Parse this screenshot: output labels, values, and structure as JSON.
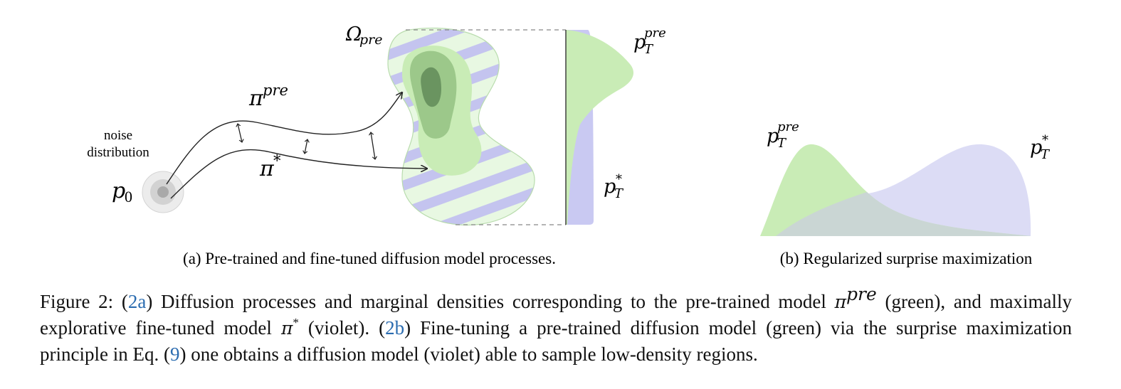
{
  "panel_a": {
    "noise_label_line1": "noise",
    "noise_label_line2": "distribution",
    "p0_base": "p",
    "p0_sub": "0",
    "omega_base": "Ω",
    "omega_sub": "pre",
    "pi_pre_base": "π",
    "pi_pre_sup": "pre",
    "pi_star_base": "π",
    "pi_star_sup": "*",
    "pT_pre_base": "p",
    "pT_pre_sub": "T",
    "pT_pre_sup": "pre",
    "pT_star_base": "p",
    "pT_star_sub": "T",
    "pT_star_sup": "*",
    "subcaption": "(a) Pre-trained and fine-tuned diffusion model processes."
  },
  "panel_b": {
    "pT_pre_base": "p",
    "pT_pre_sub": "T",
    "pT_pre_sup": "pre",
    "pT_star_base": "p",
    "pT_star_sub": "T",
    "pT_star_sup": "*",
    "subcaption": "(b) Regularized surprise maximization"
  },
  "caption": {
    "t1": "Figure 2: (",
    "ref1": "2a",
    "t2": ") Diffusion processes and marginal densities corresponding to the pre-trained model ",
    "pi": "π",
    "pre": "pre",
    "t3": " (green), and maximally explorative fine-tuned model ",
    "pi2": "π",
    "star": "*",
    "t4": " (violet). (",
    "ref2": "2b",
    "t5": ") Fine-tuning a pre-trained diffusion model (green) via the surprise maximization principle in Eq. (",
    "ref3": "9",
    "t6": ") one obtains a diffusion model (violet) able to sample low-density regions."
  },
  "colors": {
    "green_light": "#e8f8e2",
    "green": "#c9ecb6",
    "green_mid": "#9cc88a",
    "green_dark": "#6f9a61",
    "green_darkest": "#557a4b",
    "violet": "#c9c9f2",
    "violet_light": "#dcdcf5",
    "overlap": "#cad6d4"
  }
}
